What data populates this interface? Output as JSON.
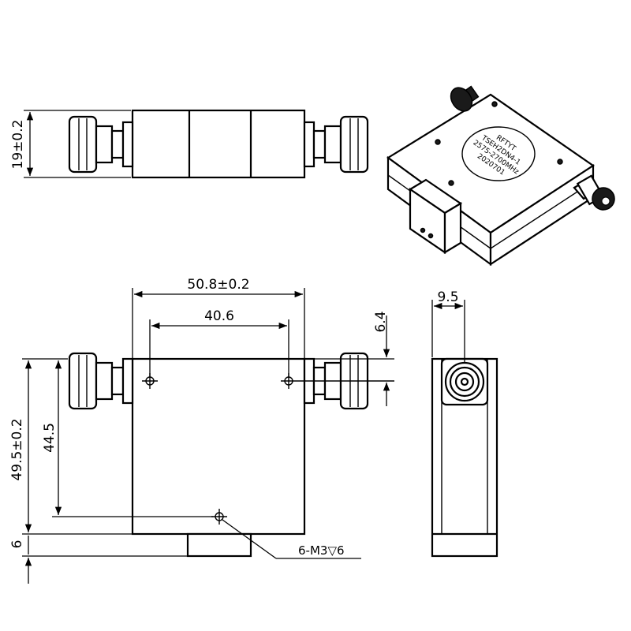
{
  "dimensions": {
    "side_height": "19±0.2",
    "overall_width": "50.8±0.2",
    "hole_spacing": "40.6",
    "hole_offset": "6.4",
    "depth": "9.5",
    "overall_height": "49.5±0.2",
    "hole_vertical": "44.5",
    "base_height": "6"
  },
  "hole_callout": "6-M3▽6",
  "label_plate": {
    "line1": "RFTYT",
    "line2": "TSEH2DN4-1",
    "line3": "2575-2700MHz",
    "line4": "2020701"
  },
  "colors": {
    "line": "#000000",
    "background": "#ffffff",
    "connector_dark": "#1a1a1a"
  }
}
